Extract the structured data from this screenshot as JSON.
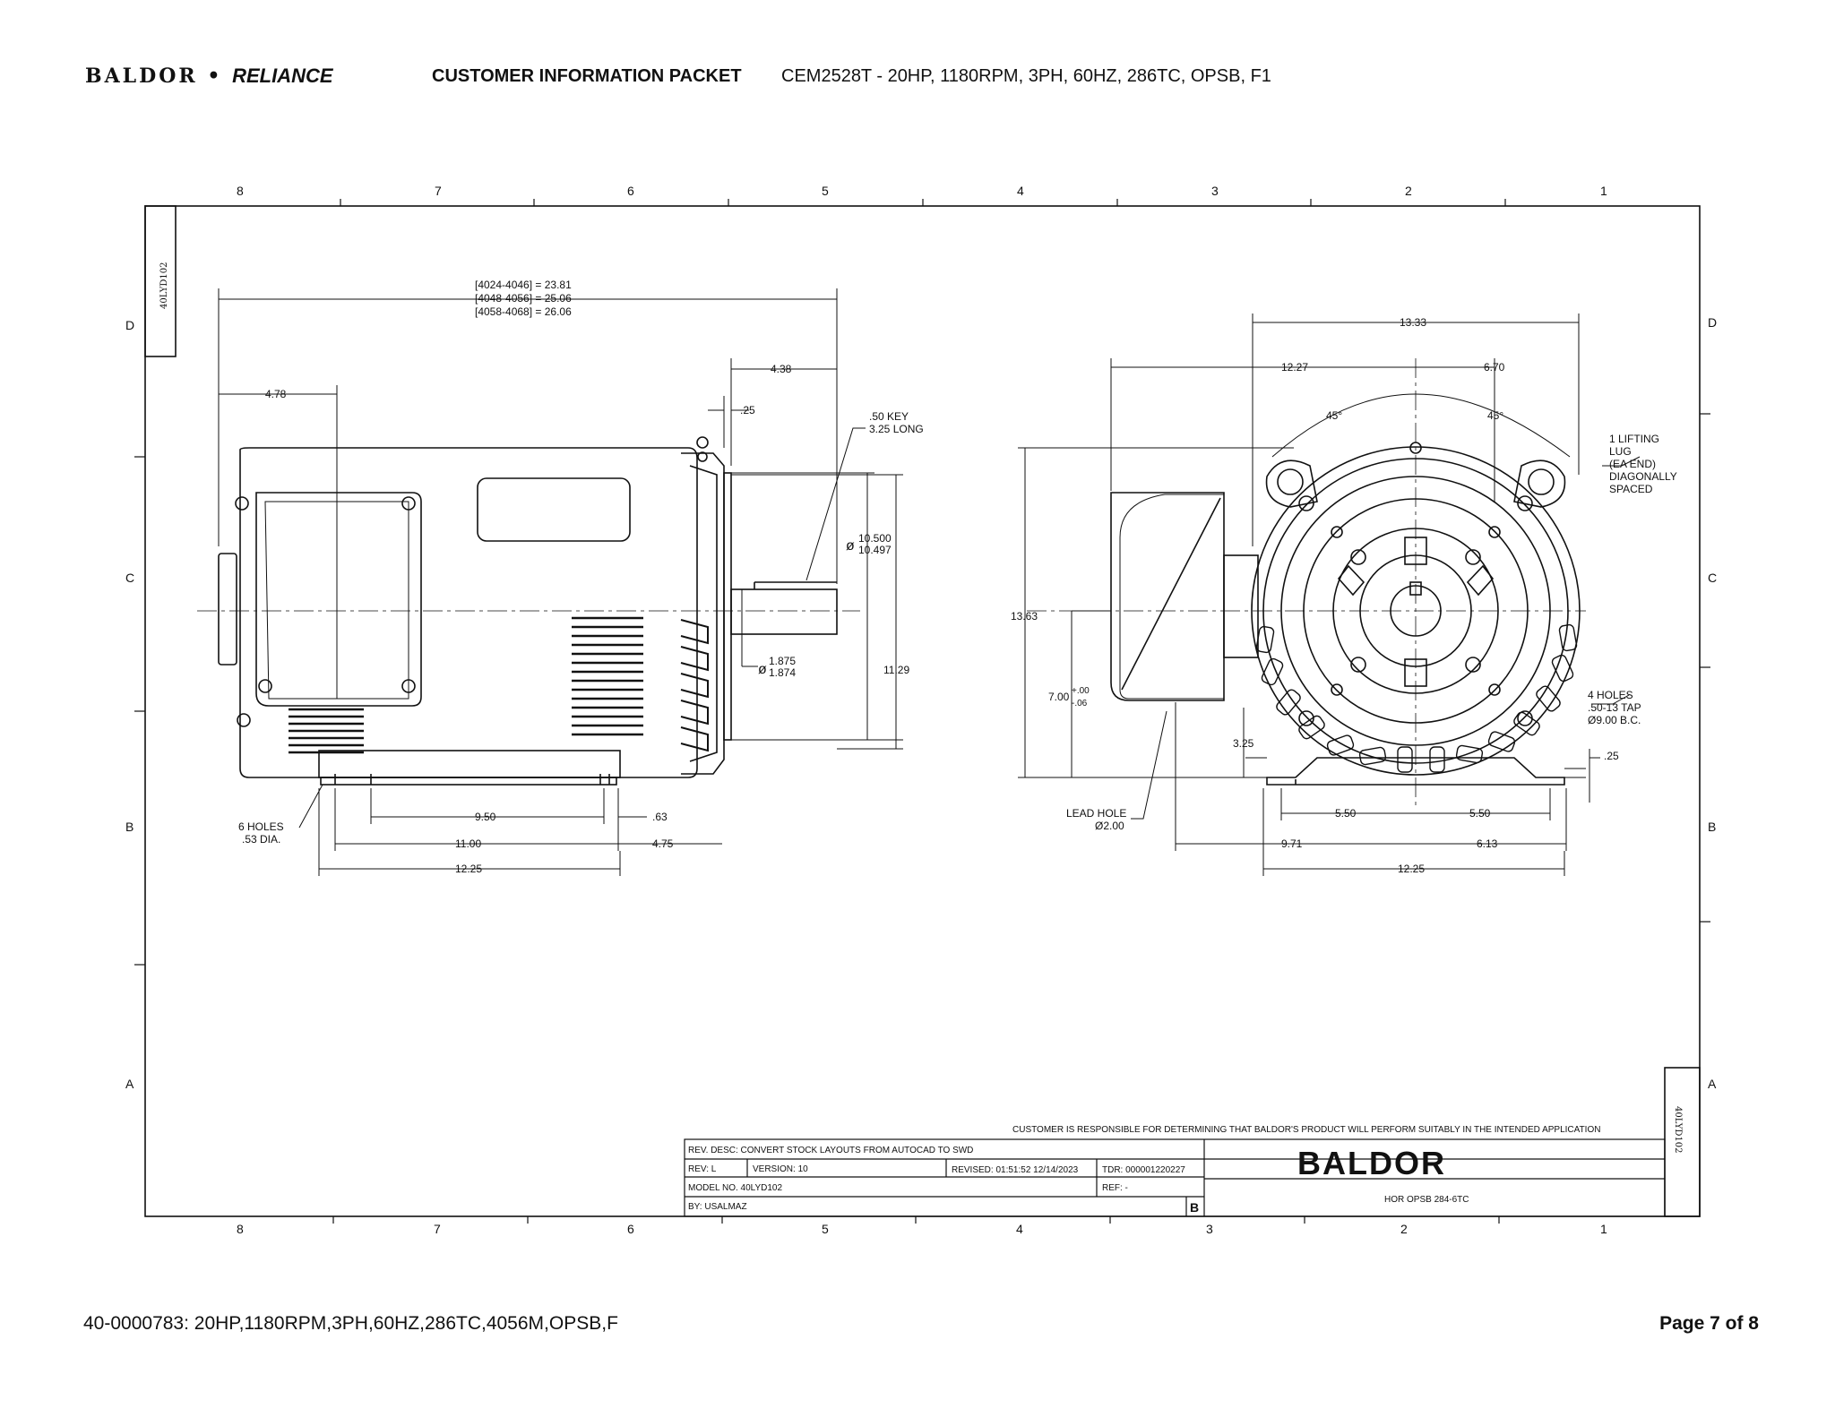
{
  "header": {
    "brand_left": "BALDOR",
    "brand_dot": "•",
    "brand_right": "RELIANCE",
    "packet_title": "CUSTOMER INFORMATION PACKET",
    "model_line": "CEM2528T - 20HP, 1180RPM, 3PH, 60HZ, 286TC, OPSB, F1"
  },
  "footer": {
    "left": "40-0000783: 20HP,1180RPM,3PH,60HZ,286TC,4056M,OPSB,F",
    "right": "Page 7 of 8"
  },
  "border": {
    "columns": [
      "8",
      "7",
      "6",
      "5",
      "4",
      "3",
      "2",
      "1"
    ],
    "rows": [
      "D",
      "C",
      "B",
      "A"
    ]
  },
  "drawing_id": "40LYD102",
  "side_view": {
    "overall_1": "[4024-4046] = 23.81",
    "overall_2": "[4048-4056] = 25.06",
    "overall_3": "[4058-4068] = 26.06",
    "d_478": "4.78",
    "d_438": "4.38",
    "d_25": ".25",
    "key_1": ".50 KEY",
    "key_2": "3.25 LONG",
    "pilot_top": "10.500",
    "pilot_bot": "10.497",
    "shaft_top": "1.875",
    "shaft_bot": "1.874",
    "d_1129": "11.29",
    "holes_1": "6 HOLES",
    "holes_2": ".53 DIA.",
    "d_950": "9.50",
    "d_63": ".63",
    "d_1100": "11.00",
    "d_475": "4.75",
    "d_1225": "12.25"
  },
  "end_view": {
    "d_1333": "13.33",
    "d_1227": "12.27",
    "d_670": "6.70",
    "ang_l": "45°",
    "ang_r": "45°",
    "lug_1": "1 LIFTING",
    "lug_2": "LUG",
    "lug_3": "(EA END)",
    "lug_4": "DIAGONALLY",
    "lug_5": "SPACED",
    "d_1363": "13.63",
    "d_700": "7.00",
    "tol_p": "+.00",
    "tol_m": "-.06",
    "d_325": "3.25",
    "holes_1": "4 HOLES",
    "holes_2": ".50-13 TAP",
    "holes_3": "Ø9.00 B.C.",
    "d_25": ".25",
    "lead_1": "LEAD HOLE",
    "lead_2": "Ø2.00",
    "d_550a": "5.50",
    "d_550b": "5.50",
    "d_971": "9.71",
    "d_613": "6.13",
    "d_1225": "12.25"
  },
  "title_block": {
    "disclaimer": "CUSTOMER IS RESPONSIBLE FOR DETERMINING THAT BALDOR'S PRODUCT WILL PERFORM SUITABLY IN THE INTENDED APPLICATION",
    "rev_desc": "REV. DESC: CONVERT STOCK LAYOUTS FROM AUTOCAD TO SWD",
    "rev": "REV:  L",
    "version": "VERSION:  10",
    "revised": "REVISED:  01:51:52 12/14/2023",
    "tdr": "TDR:  000001220227",
    "model_no": "MODEL NO.  40LYD102",
    "ref": "REF:  -",
    "by": "BY: USALMAZ",
    "size": "B",
    "logo": "BALDOR",
    "desc": "HOR OPSB 284-6TC"
  }
}
